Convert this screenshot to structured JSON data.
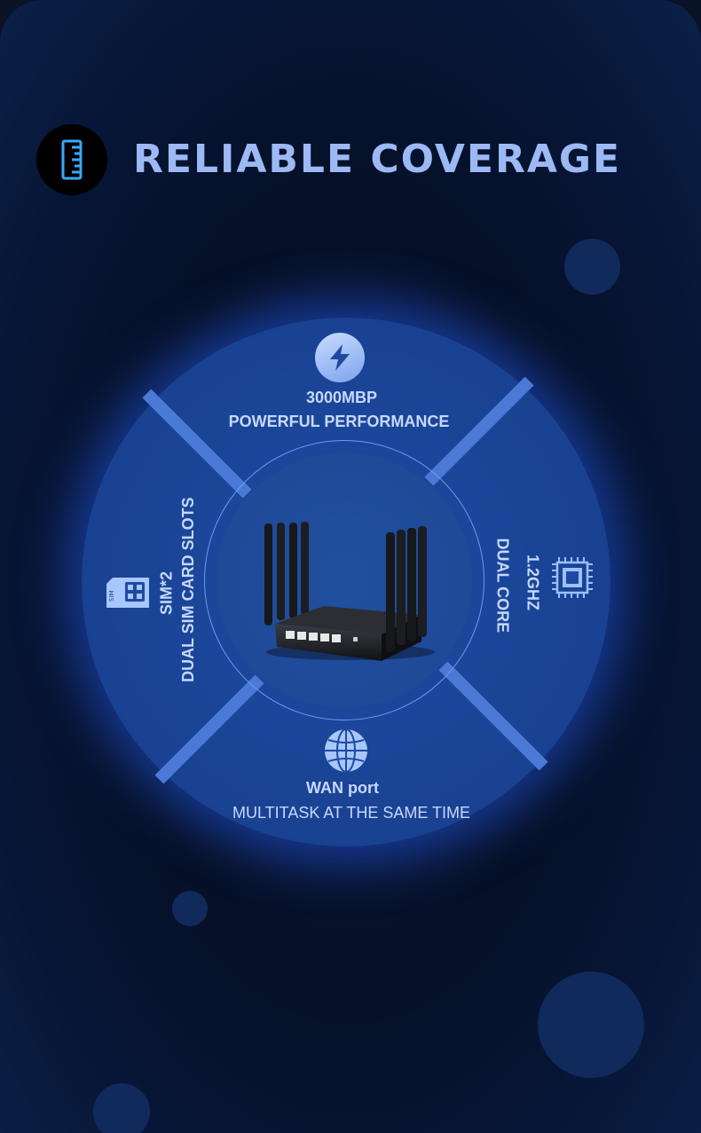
{
  "header": {
    "icon": "ruler-icon",
    "title": "RELIABLE COVERAGE"
  },
  "features": {
    "top": {
      "icon": "lightning-icon",
      "line1": "3000MBP",
      "line2": "POWERFUL PERFORMANCE"
    },
    "right": {
      "icon": "cpu-chip-icon",
      "line1": "1.2GHZ",
      "line2": "DUAL CORE"
    },
    "bottom": {
      "icon": "globe-icon",
      "line1": "WAN port",
      "line2": "MULTITASK AT THE SAME TIME"
    },
    "left": {
      "icon": "sim-card-icon",
      "icon_text": "SIM",
      "line1": "SIM*2",
      "line2": "DUAL SIM CARD SLOTS"
    }
  },
  "product": {
    "name": "router-image"
  },
  "colors": {
    "accent": "#9db9f5",
    "disc": "#1a4496",
    "divider": "#4a7ad6",
    "icon_cyan": "#3aa8ff"
  }
}
